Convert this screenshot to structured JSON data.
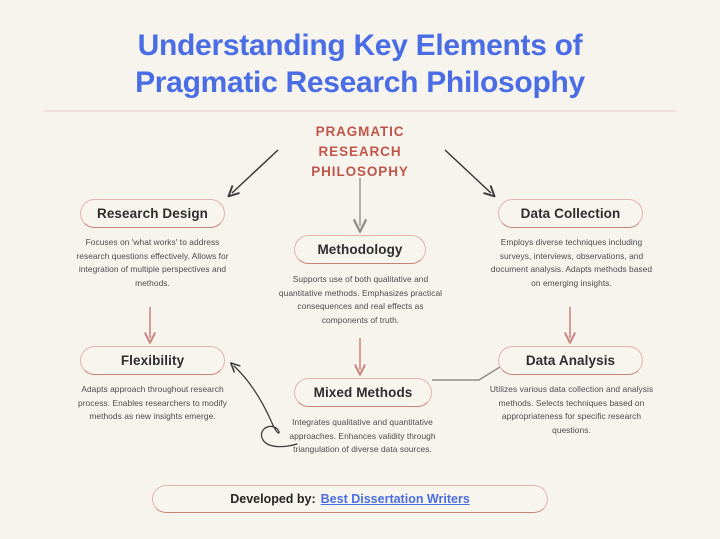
{
  "title": {
    "line1": "Understanding Key Elements of",
    "line2": "Pragmatic Research Philosophy",
    "color": "#4a6de5"
  },
  "center_heading": {
    "line1": "PRAGMATIC",
    "line2": "RESEARCH",
    "line3": "PHILOSOPHY",
    "color": "#c0564a"
  },
  "nodes": [
    {
      "id": "research-design",
      "label": "Research Design",
      "description": "Focuses on 'what works' to address research questions effectively. Allows for integration of multiple perspectives and methods."
    },
    {
      "id": "data-collection",
      "label": "Data Collection",
      "description": "Employs diverse techniques including surveys, interviews, observations, and document analysis. Adapts methods based on emerging insights."
    },
    {
      "id": "methodology",
      "label": "Methodology",
      "description": "Supports use of both qualitative and quantitative methods. Emphasizes practical consequences and real effects as components of truth."
    },
    {
      "id": "flexibility",
      "label": "Flexibility",
      "description": "Adapts approach throughout research process. Enables researchers to modify methods as new insights emerge."
    },
    {
      "id": "data-analysis",
      "label": "Data Analysis",
      "description": "Utilizes various data collection and  analysis methods. Selects techniques based on appropriateness for specific research questions."
    },
    {
      "id": "mixed-methods",
      "label": "Mixed Methods",
      "description": "Integrates qualitative and quantitative approaches. Enhances validity through triangulation of diverse data sources."
    }
  ],
  "footer": {
    "prefix": "Developed by:",
    "link": "Best Dissertation Writers",
    "link_color": "#4a6de5"
  },
  "colors": {
    "background": "#f6f4ed",
    "pill_border": "#e3b4ae",
    "pill_border_bottom": "#c9817a",
    "arrow_dark": "#3a3a3a",
    "arrow_terracotta": "#c9827a",
    "arrow_gray": "#9a9a96",
    "divider": "#f3dfdc"
  }
}
